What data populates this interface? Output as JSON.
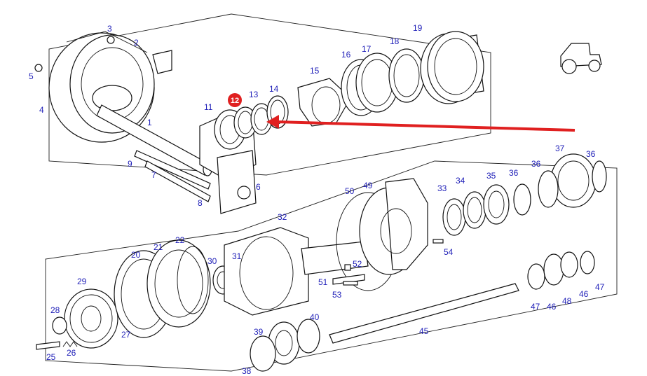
{
  "diagram": {
    "colors": {
      "label": "#1f1fb8",
      "highlight": "#e02020",
      "arrow": "#e02020",
      "line": "#111111"
    },
    "highlight_callout": {
      "label": "12"
    },
    "callouts": [
      {
        "id": "c1",
        "label": "1"
      },
      {
        "id": "c2",
        "label": "2"
      },
      {
        "id": "c3",
        "label": "3"
      },
      {
        "id": "c4",
        "label": "4"
      },
      {
        "id": "c5",
        "label": "5"
      },
      {
        "id": "c6",
        "label": "6"
      },
      {
        "id": "c7",
        "label": "7"
      },
      {
        "id": "c8",
        "label": "8"
      },
      {
        "id": "c9",
        "label": "9"
      },
      {
        "id": "c11",
        "label": "11"
      },
      {
        "id": "c13",
        "label": "13"
      },
      {
        "id": "c14",
        "label": "14"
      },
      {
        "id": "c15",
        "label": "15"
      },
      {
        "id": "c16",
        "label": "16"
      },
      {
        "id": "c17",
        "label": "17"
      },
      {
        "id": "c18",
        "label": "18"
      },
      {
        "id": "c19",
        "label": "19"
      },
      {
        "id": "c20",
        "label": "20"
      },
      {
        "id": "c21",
        "label": "21"
      },
      {
        "id": "c22",
        "label": "22"
      },
      {
        "id": "c25",
        "label": "25"
      },
      {
        "id": "c26",
        "label": "26"
      },
      {
        "id": "c27",
        "label": "27"
      },
      {
        "id": "c28",
        "label": "28"
      },
      {
        "id": "c29",
        "label": "29"
      },
      {
        "id": "c30",
        "label": "30"
      },
      {
        "id": "c31",
        "label": "31"
      },
      {
        "id": "c32",
        "label": "32"
      },
      {
        "id": "c33",
        "label": "33"
      },
      {
        "id": "c34",
        "label": "34"
      },
      {
        "id": "c35",
        "label": "35"
      },
      {
        "id": "c36a",
        "label": "36"
      },
      {
        "id": "c36b",
        "label": "36"
      },
      {
        "id": "c36c",
        "label": "36"
      },
      {
        "id": "c37",
        "label": "37"
      },
      {
        "id": "c38",
        "label": "38"
      },
      {
        "id": "c39",
        "label": "39"
      },
      {
        "id": "c40",
        "label": "40"
      },
      {
        "id": "c45",
        "label": "45"
      },
      {
        "id": "c46a",
        "label": "46"
      },
      {
        "id": "c46b",
        "label": "46"
      },
      {
        "id": "c47a",
        "label": "47"
      },
      {
        "id": "c47b",
        "label": "47"
      },
      {
        "id": "c48",
        "label": "48"
      },
      {
        "id": "c49",
        "label": "49"
      },
      {
        "id": "c50",
        "label": "50"
      },
      {
        "id": "c51",
        "label": "51"
      },
      {
        "id": "c52",
        "label": "52"
      },
      {
        "id": "c53",
        "label": "53"
      },
      {
        "id": "c54",
        "label": "54"
      }
    ]
  }
}
